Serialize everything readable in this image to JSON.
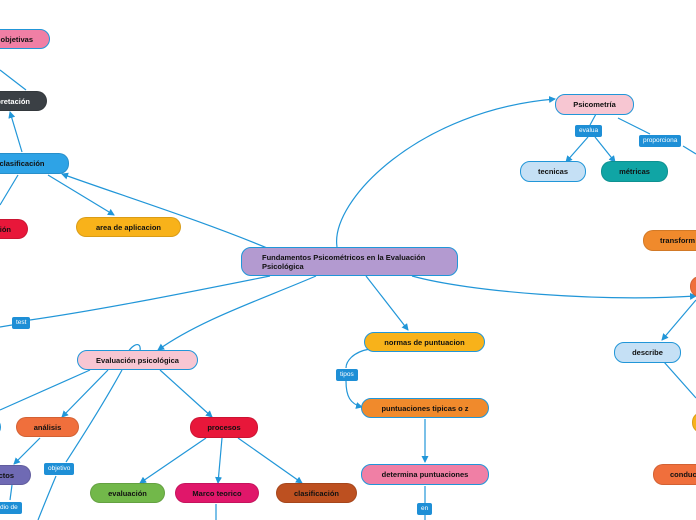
{
  "nodes": {
    "root": "Fundamentos Psicométricos en la Evaluación Psicológica",
    "psicometria": "Psicometría",
    "tecnicas": "tecnicas",
    "metricas": "métricas",
    "transform": "transform",
    "describe": "describe",
    "conduc": "conduc",
    "objetivas": "objetivas",
    "interpretacion": "rpretación",
    "clasificacion_top": "clasificación",
    "cion_red": "ción",
    "area_aplicacion": "area de aplicacion",
    "evaluacion_psicologica": "Evaluación psicológica",
    "analisis": "análisis",
    "procesos": "procesos",
    "aspectos": "ctos",
    "evaluacion": "evaluación",
    "marco_teorico": "Marco teorico",
    "clasificacion_bottom": "clasificación",
    "normas": "normas de puntuacion",
    "puntuaciones": "puntuaciones tipicas o z",
    "determina": "determina puntuaciones"
  },
  "labels": {
    "evalua": "evalua",
    "proporciona": "proporciona",
    "test": "test",
    "tipos": "tipos",
    "objetivo": "objetivo",
    "dio_de": "dio de",
    "en": "en"
  },
  "colors": {
    "connector": "#2196d8",
    "label_bg": "#1e8fd6",
    "root": "#b39ad0",
    "pink": "#f7c6d2",
    "light_blue": "#c5e0f5",
    "teal": "#10a5a5",
    "orange": "#f08a2c",
    "yellow": "#f8b21a",
    "red": "#e8173a",
    "magenta": "#e0176a",
    "blue": "#2ea3e6",
    "dark_gray": "#3b4045",
    "salmon": "#f06f3c",
    "green": "#72b84a",
    "brown": "#bd5020",
    "purple": "#6f6ab4"
  }
}
